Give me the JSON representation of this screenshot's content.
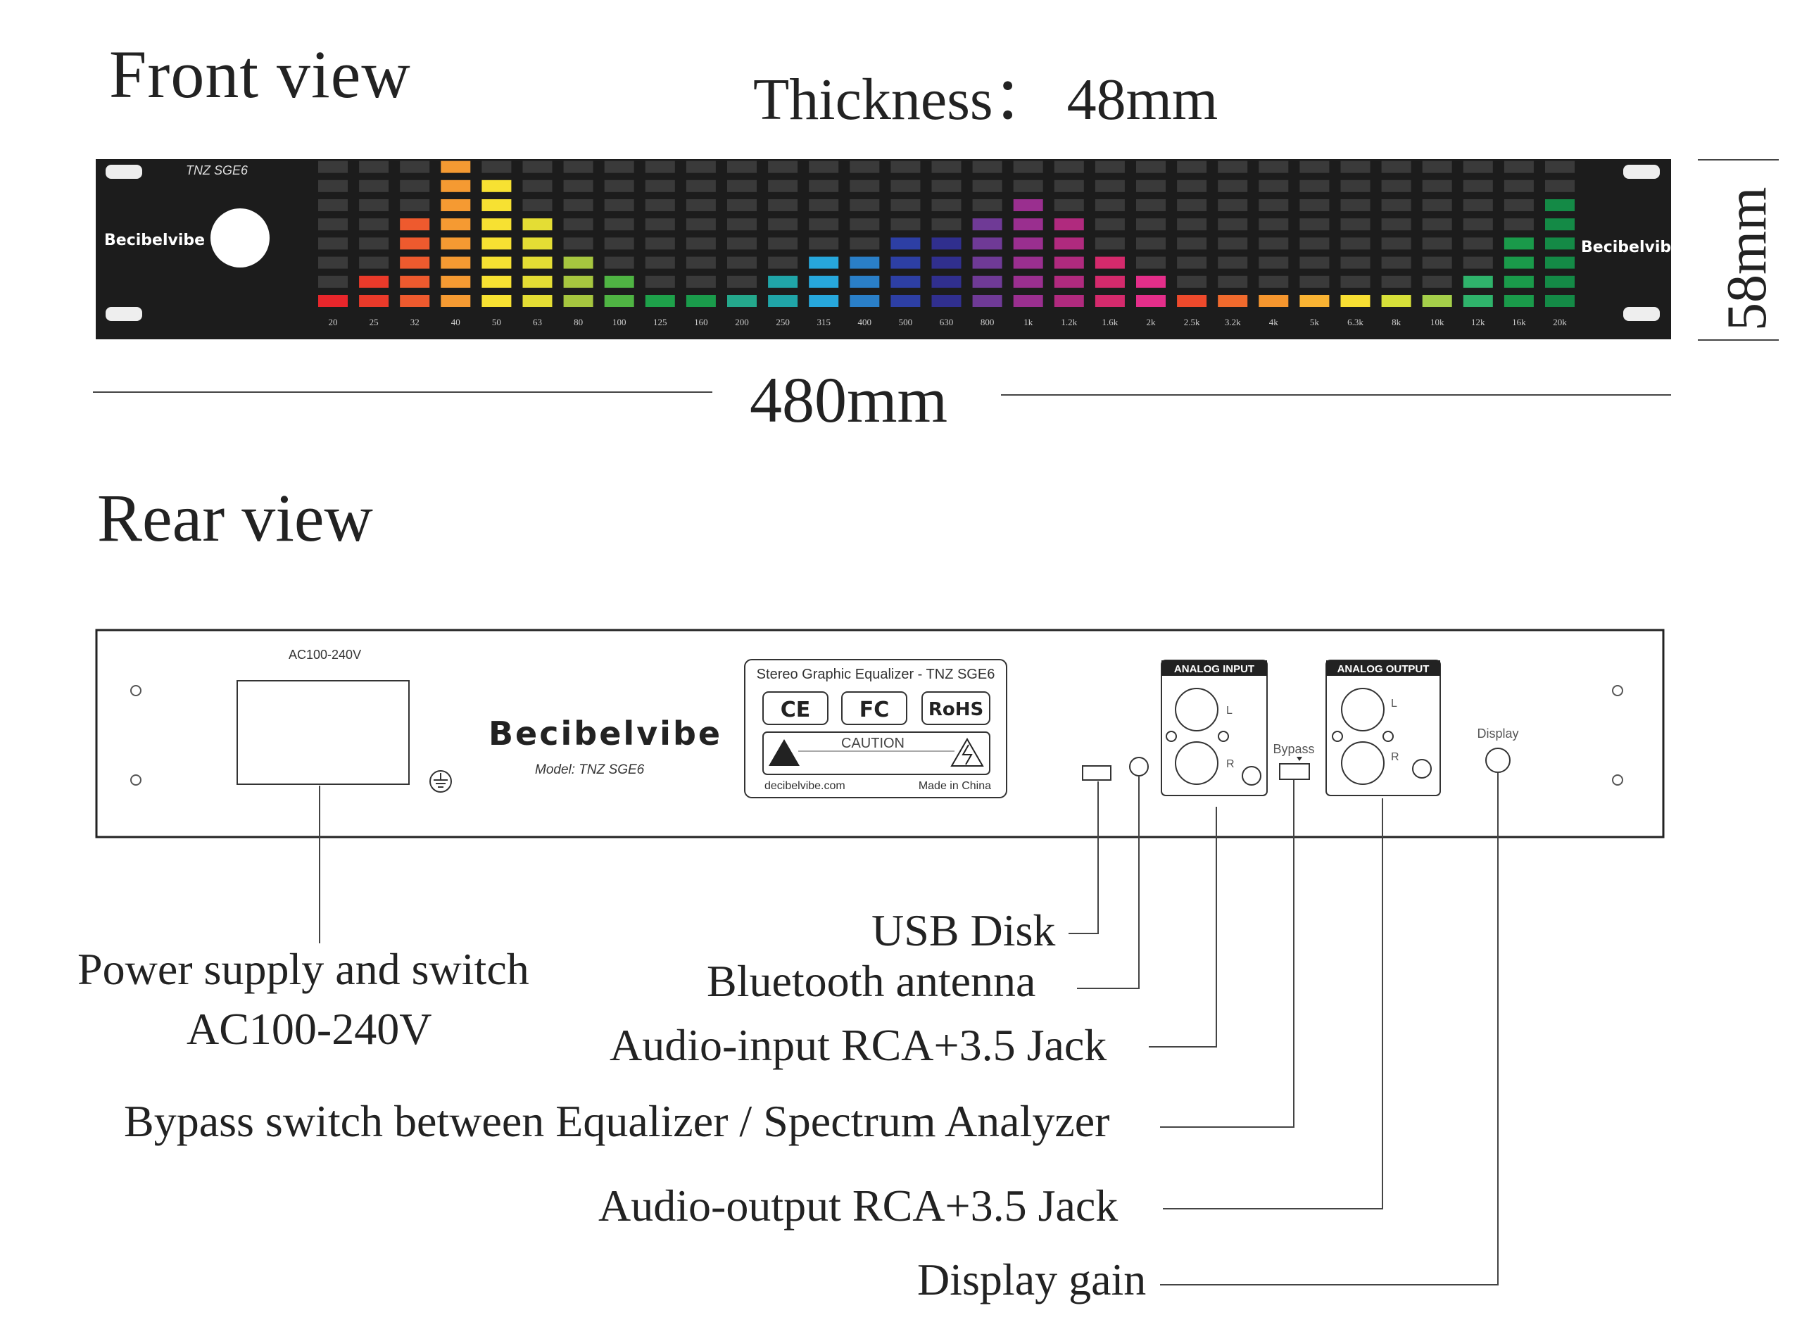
{
  "titles": {
    "front": "Front view",
    "rear": "Rear view",
    "thickness": "Thickness：  48mm",
    "width": "480mm",
    "height": "58mm"
  },
  "front_panel": {
    "model": "TNZ SGE6",
    "brand": "Becibelvibe",
    "brand_right": "Becibelvibe",
    "bands": [
      "20",
      "25",
      "32",
      "40",
      "50",
      "63",
      "80",
      "100",
      "125",
      "160",
      "200",
      "250",
      "315",
      "400",
      "500",
      "630",
      "800",
      "1k",
      "1.2k",
      "1.6k",
      "2k",
      "2.5k",
      "3.2k",
      "4k",
      "5k",
      "6.3k",
      "8k",
      "10k",
      "12k",
      "16k",
      "20k"
    ],
    "levels": [
      1,
      2,
      5,
      8,
      7,
      5,
      3,
      2,
      1,
      1,
      1,
      2,
      3,
      3,
      4,
      4,
      5,
      6,
      5,
      3,
      2,
      1,
      1,
      1,
      1,
      1,
      1,
      1,
      2,
      4,
      6
    ],
    "colors": [
      "#e8262b",
      "#ea3a2a",
      "#ee5a2e",
      "#f59a32",
      "#f7e132",
      "#e4dd34",
      "#a6c63f",
      "#4fb443",
      "#1ea14a",
      "#1a9b4b",
      "#24a88c",
      "#20a5a8",
      "#27a7dc",
      "#2a7fc8",
      "#2d3fa4",
      "#302f8e",
      "#6f3a96",
      "#9a2f8f",
      "#b02a7e",
      "#d42a6c",
      "#e42e8a",
      "#ee4a2c",
      "#f06a2d",
      "#f5962e",
      "#f9b333",
      "#f8df33",
      "#d7e039",
      "#a5cf4a",
      "#2fb36b",
      "#1a9a4a",
      "#148a46"
    ],
    "off_color": "#3a3a3a"
  },
  "rear_panel": {
    "power_label": "AC100-240V",
    "brand": "Becibelvibe",
    "model_label": "Model: TNZ SGE6",
    "sticker_title": "Stereo Graphic Equalizer - TNZ SGE6",
    "cert_ce": "CE",
    "cert_fc": "FC",
    "cert_rohs": "RoHS",
    "caution": "CAUTION",
    "website": "decibelvibe.com",
    "made_in": "Made in China",
    "analog_input": "ANALOG INPUT",
    "analog_output": "ANALOG OUTPUT",
    "bypass": "Bypass",
    "display": "Display",
    "left": "L",
    "right": "R"
  },
  "callouts": {
    "usb": "USB Disk",
    "bluetooth": "Bluetooth antenna",
    "audio_input": "Audio-input RCA+3.5 Jack",
    "bypass": "Bypass switch between Equalizer / Spectrum Analyzer",
    "audio_output": "Audio-output RCA+3.5 Jack",
    "display_gain": "Display gain",
    "power_line1": "Power supply and switch",
    "power_line2": "AC100-240V"
  }
}
